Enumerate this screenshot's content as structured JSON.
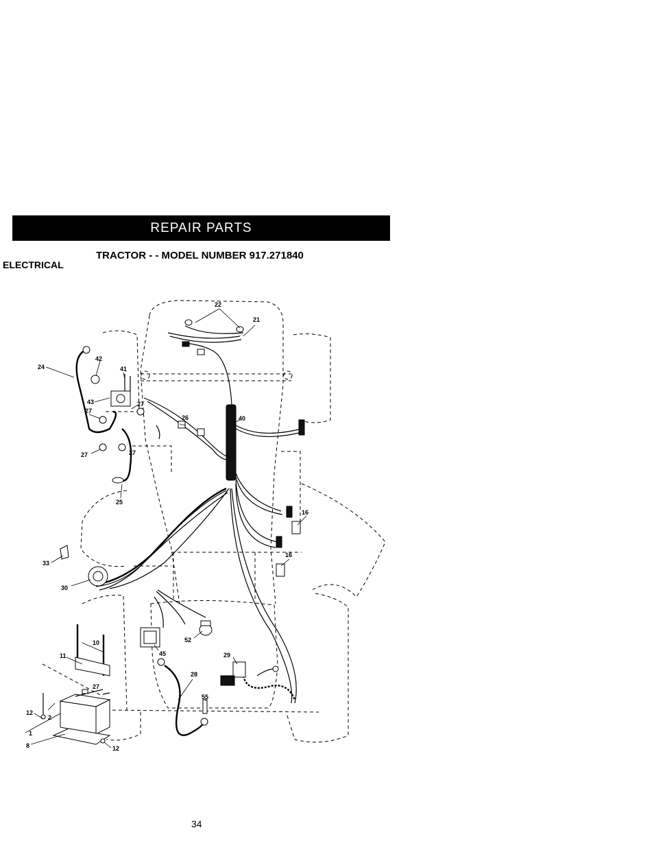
{
  "header": {
    "banner": "REPAIR PARTS",
    "title": "TRACTOR - - MODEL NUMBER 917.271840",
    "section": "ELECTRICAL"
  },
  "callouts": {
    "c22": "22",
    "c21": "21",
    "c42": "42",
    "c41": "41",
    "c24": "24",
    "c43": "43",
    "c27a": "27",
    "c27b": "27",
    "c27c": "27",
    "c27d": "27",
    "c27e": "27",
    "c26": "26",
    "c40": "40",
    "c25": "25",
    "c16a": "16",
    "c16b": "16",
    "c33": "33",
    "c30": "30",
    "c10": "10",
    "c11": "11",
    "c52": "52",
    "c45": "45",
    "c29": "29",
    "c28": "28",
    "c55": "55",
    "c12a": "12",
    "c2": "2",
    "c1": "1",
    "c8": "8",
    "c12b": "12"
  },
  "footer": {
    "page_number": "34"
  }
}
